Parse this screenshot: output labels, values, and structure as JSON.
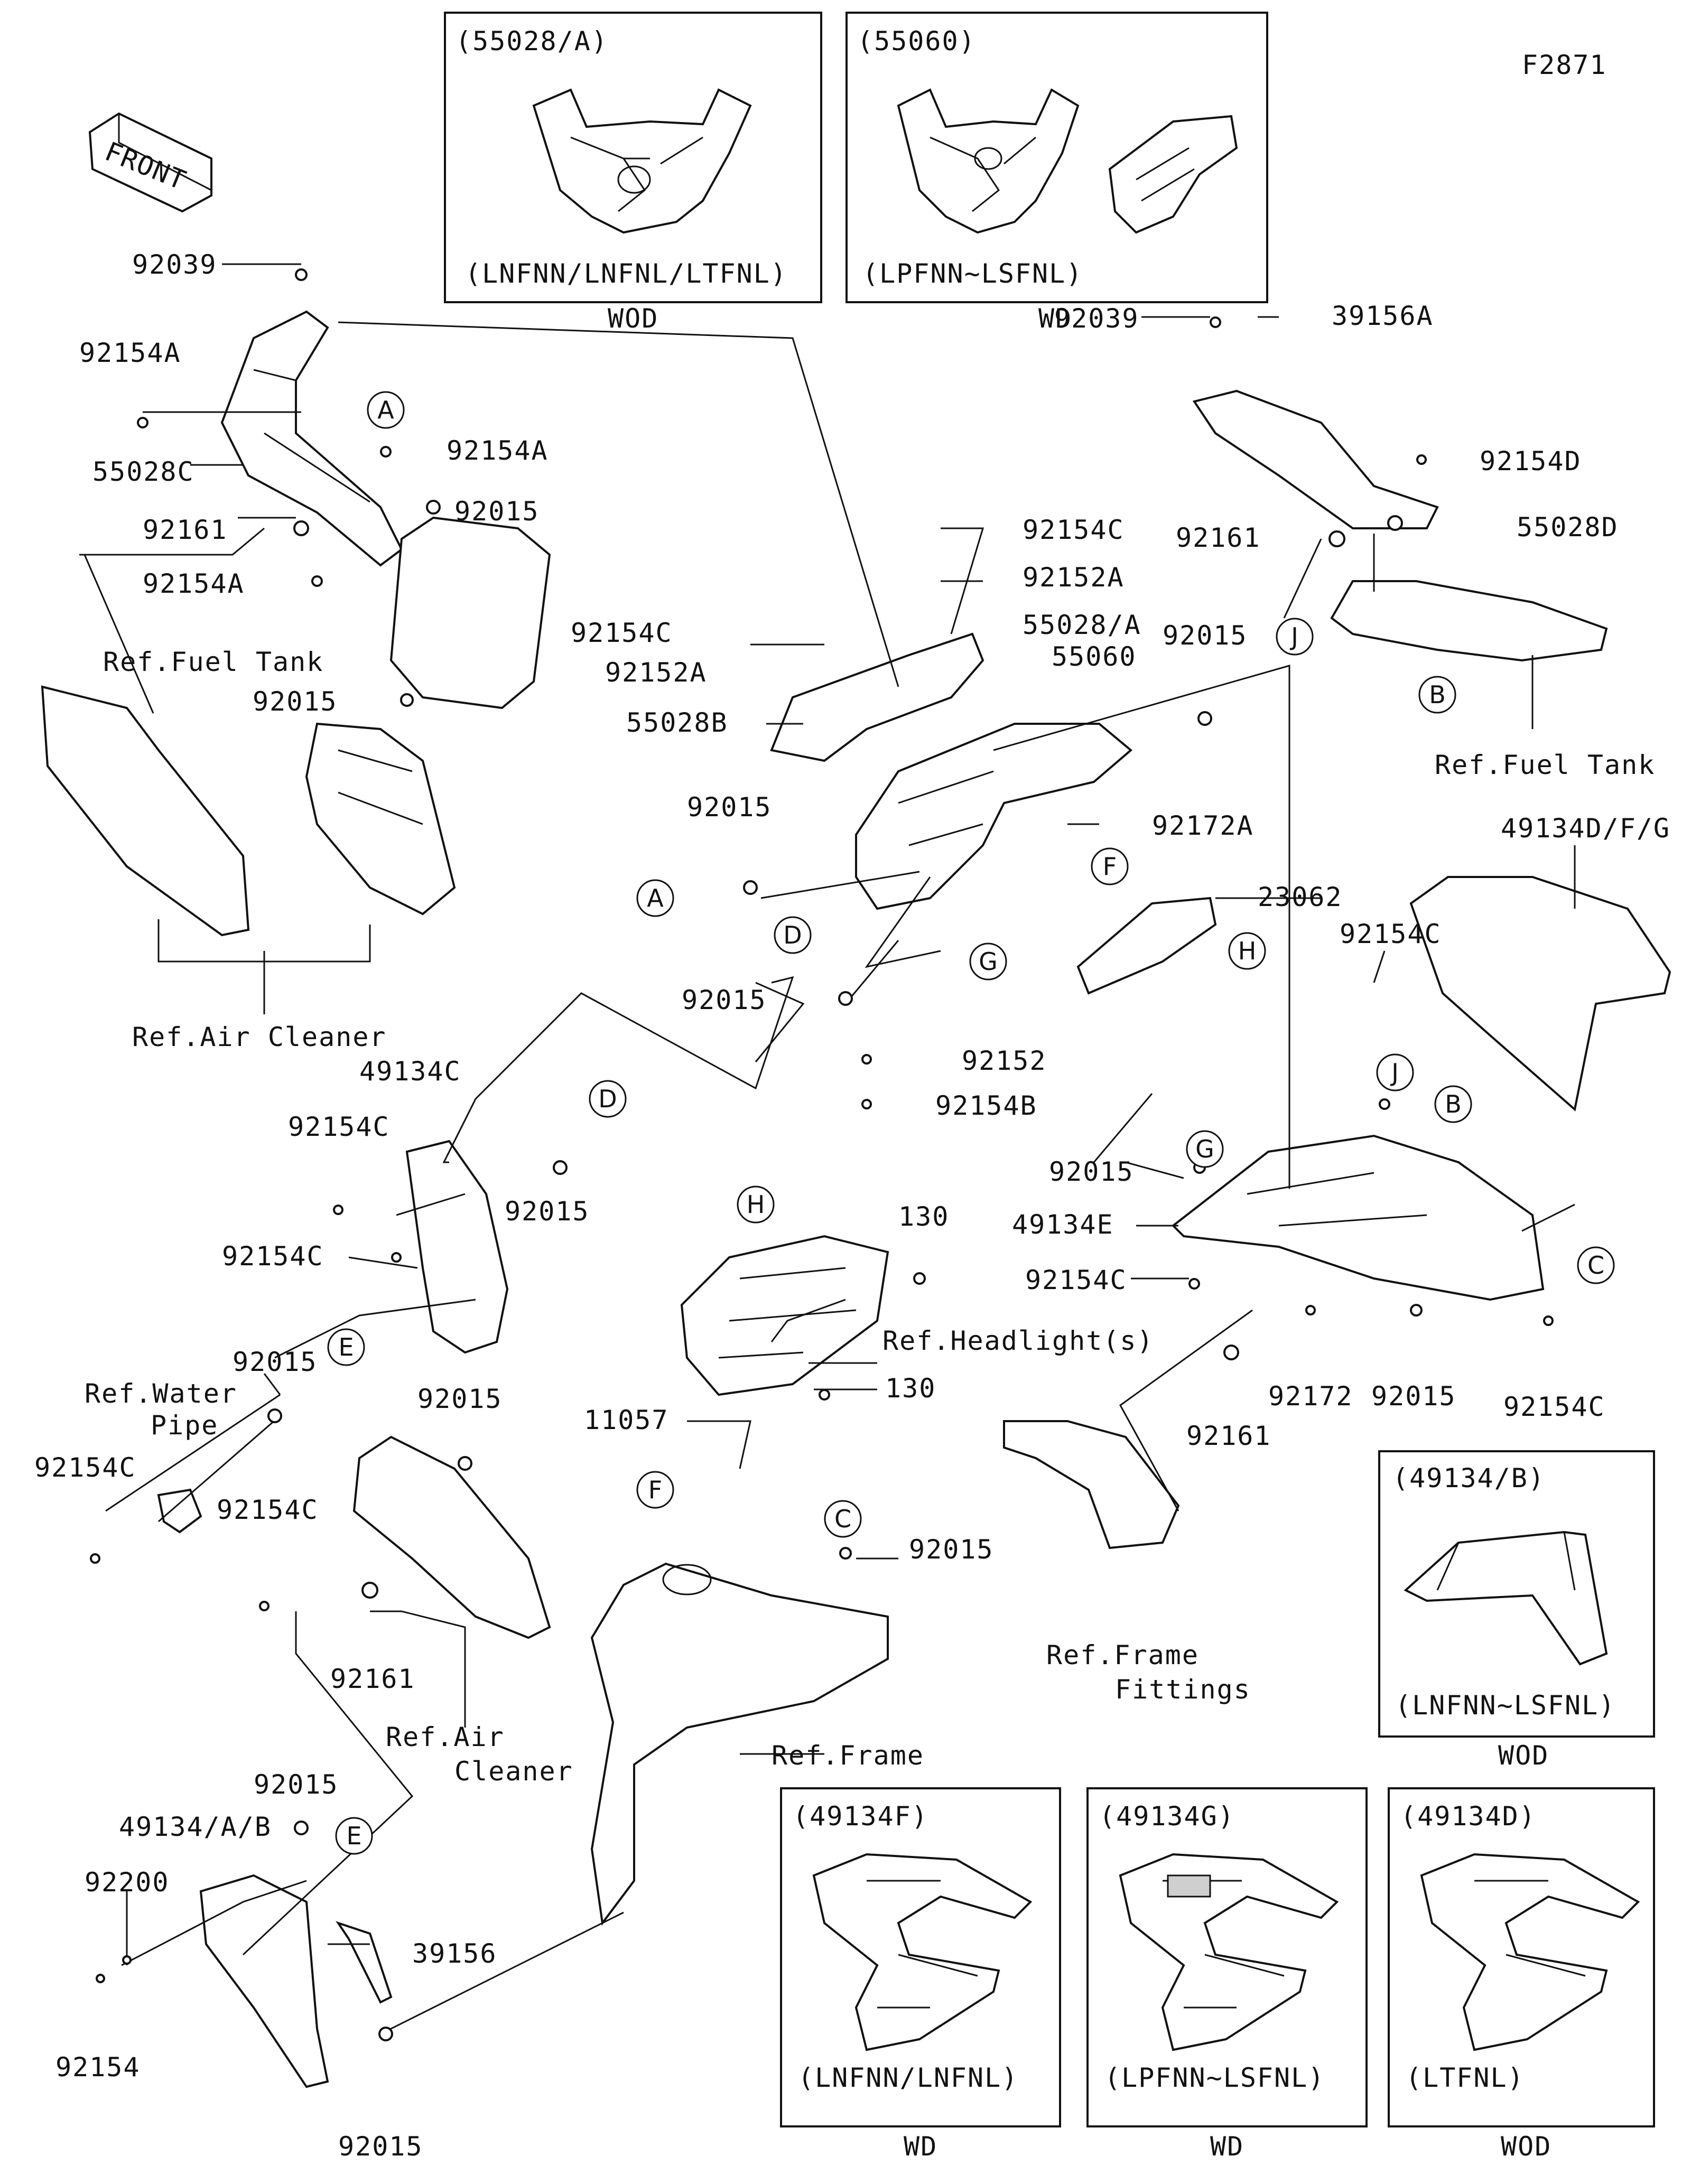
{
  "figure_id": "F2871",
  "front_marker": "FRONT",
  "inset_boxes": [
    {
      "code": "(55028/A)",
      "variant": "(LNFNN/LNFNL/LTFNL)",
      "color": "WOD"
    },
    {
      "code": "(55060)",
      "variant": "(LPFNN~LSFNL)",
      "color": "WD"
    },
    {
      "code": "(49134/B)",
      "variant": "(LNFNN~LSFNL)",
      "color": "WOD"
    },
    {
      "code": "(49134F)",
      "variant": "(LNFNN/LNFNL)",
      "color": "WD"
    },
    {
      "code": "(49134G)",
      "variant": "(LPFNN~LSFNL)",
      "color": "WD"
    },
    {
      "code": "(49134D)",
      "variant": "(LTFNL)",
      "color": "WOD"
    }
  ],
  "part_labels": [
    "92039",
    "92154A",
    "55028C",
    "92154A",
    "92015",
    "92161",
    "92154A",
    "Ref.Fuel Tank",
    "92015",
    "Ref.Air Cleaner",
    "92154C",
    "92152A",
    "55028B",
    "92154C",
    "92152A",
    "55028/A",
    "55060",
    "92015",
    "92172A",
    "92015",
    "92015",
    "92152",
    "92154B",
    "92039",
    "39156A",
    "92154D",
    "92161",
    "55028D",
    "Ref.Fuel Tank",
    "49134D/F/G",
    "23062",
    "92154C",
    "49134C",
    "92154C",
    "92015",
    "92154C",
    "92015",
    "Ref.Water",
    "Pipe",
    "92154C",
    "92015",
    "92154C",
    "92161",
    "Ref.Air",
    "Cleaner",
    "130",
    "Ref.Headlight(s)",
    "130",
    "11057",
    "92015",
    "Ref.Frame",
    "92015",
    "49134E",
    "92154C",
    "92172",
    "92015",
    "92154C",
    "92161",
    "Ref.Frame",
    "Fittings",
    "92015",
    "49134/A/B",
    "92200",
    "39156",
    "92154",
    "92015"
  ],
  "callout_letters": [
    "A",
    "A",
    "D",
    "F",
    "G",
    "H",
    "J",
    "B",
    "D",
    "E",
    "H",
    "F",
    "C",
    "G",
    "J",
    "B",
    "C",
    "E"
  ]
}
